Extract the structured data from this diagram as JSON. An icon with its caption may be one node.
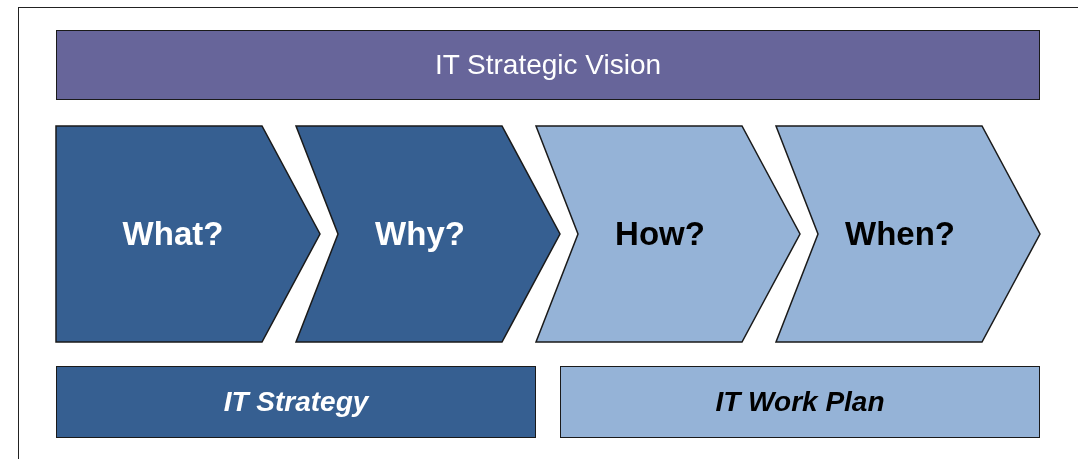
{
  "diagram": {
    "nodes": [
      {
        "text": [
          "IT Strategic Vision"
        ]
      },
      {
        "text": [
          "What?"
        ]
      },
      {
        "text": [
          "Why?"
        ]
      },
      {
        "text": [
          "How?"
        ]
      },
      {
        "text": [
          "When?"
        ]
      },
      {
        "text": [
          "IT Strategy"
        ]
      },
      {
        "text": [
          "IT Work Plan"
        ]
      }
    ]
  }
}
